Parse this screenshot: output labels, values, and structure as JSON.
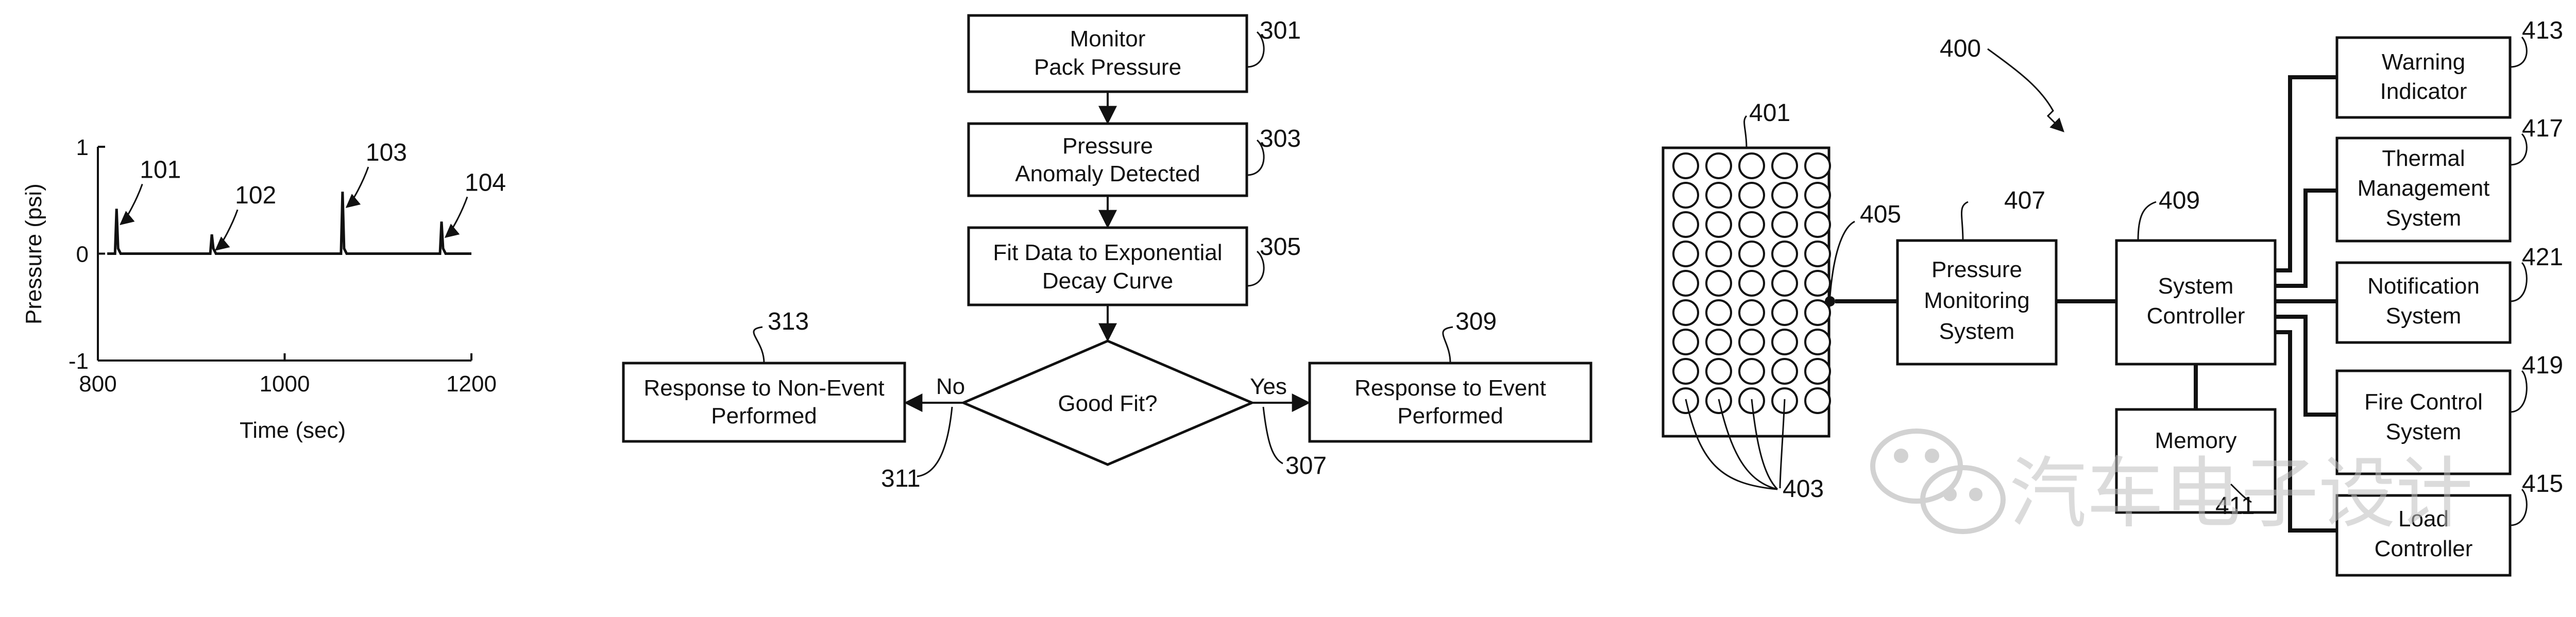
{
  "chart_data": {
    "type": "line",
    "xlabel": "Time (sec)",
    "ylabel": "Pressure (psi)",
    "xlim": [
      800,
      1200
    ],
    "ylim": [
      -1,
      1
    ],
    "x_ticks": [
      "800",
      "1000",
      "1200"
    ],
    "y_ticks": [
      "1",
      "0",
      "-1"
    ],
    "spikes": [
      {
        "label": "101",
        "x": 820,
        "y": 0.42
      },
      {
        "label": "102",
        "x": 922,
        "y": 0.18
      },
      {
        "label": "103",
        "x": 1062,
        "y": 0.58
      },
      {
        "label": "104",
        "x": 1168,
        "y": 0.3
      }
    ]
  },
  "flowchart": {
    "step_301": {
      "ref": "301",
      "line1": "Monitor",
      "line2": "Pack Pressure"
    },
    "step_303": {
      "ref": "303",
      "line1": "Pressure",
      "line2": "Anomaly Detected"
    },
    "step_305": {
      "ref": "305",
      "line1": "Fit Data to Exponential",
      "line2": "Decay Curve"
    },
    "decision": {
      "text": "Good Fit?",
      "no": "No",
      "yes": "Yes",
      "ref_no": "311",
      "ref_yes": "307"
    },
    "step_313": {
      "ref": "313",
      "line1": "Response to Non-Event",
      "line2": "Performed"
    },
    "step_309": {
      "ref": "309",
      "line1": "Response to Event",
      "line2": "Performed"
    }
  },
  "system": {
    "ref_400": "400",
    "battery": {
      "ref": "401",
      "cells_ref": "403",
      "port_ref": "405"
    },
    "pressure_monitoring": {
      "ref": "407",
      "line1": "Pressure",
      "line2": "Monitoring",
      "line3": "System"
    },
    "controller": {
      "ref": "409",
      "line1": "System",
      "line2": "Controller"
    },
    "memory": {
      "ref": "411",
      "label": "Memory"
    },
    "warning": {
      "ref": "413",
      "line1": "Warning",
      "line2": "Indicator"
    },
    "thermal": {
      "ref": "417",
      "line1": "Thermal",
      "line2": "Management",
      "line3": "System"
    },
    "notification": {
      "ref": "421",
      "line1": "Notification",
      "line2": "System"
    },
    "fire": {
      "ref": "419",
      "line1": "Fire Control",
      "line2": "System"
    },
    "load": {
      "ref": "415",
      "line1": "Load",
      "line2": "Controller"
    }
  },
  "watermark": {
    "text": "汽车电子设计"
  }
}
